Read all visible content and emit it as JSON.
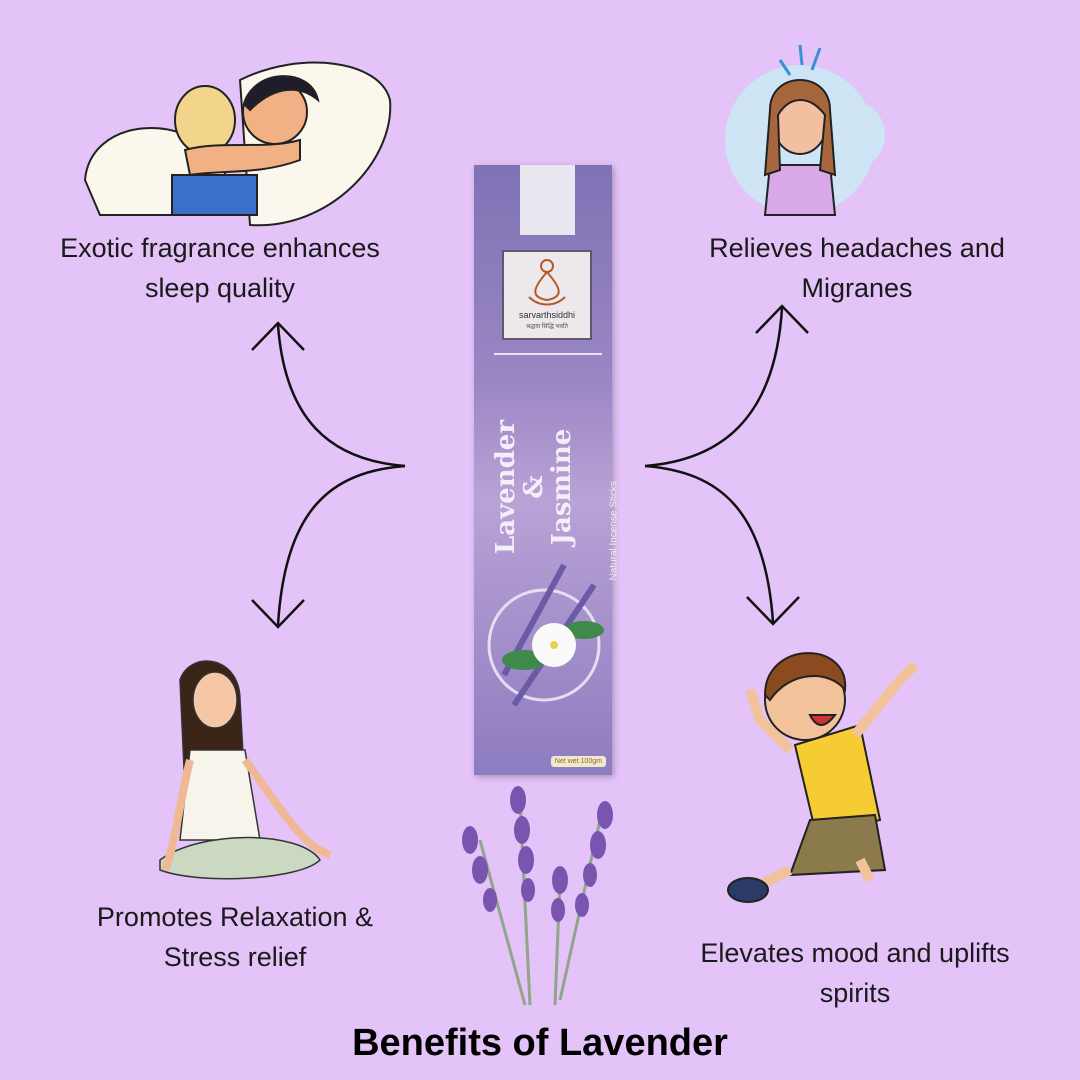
{
  "title": "Benefits of Lavender",
  "benefits": {
    "sleep": "Exotic fragrance enhances sleep quality",
    "headache": "Relieves headaches and Migranes",
    "relax": "Promotes Relaxation & Stress relief",
    "mood": "Elevates mood and uplifts spirits"
  },
  "product": {
    "brand": "sarvarthsiddhi",
    "brand_tagline": "श्रद्धया सिद्धि भवति",
    "name_line1": "Lavender",
    "name_line2": "&",
    "name_line3": "Jasmine",
    "subtitle": "Natural Incense Sticks",
    "net_weight": "Net wet.100gm"
  },
  "colors": {
    "background": "#e3c3f8",
    "box": "#8d7cc0"
  }
}
